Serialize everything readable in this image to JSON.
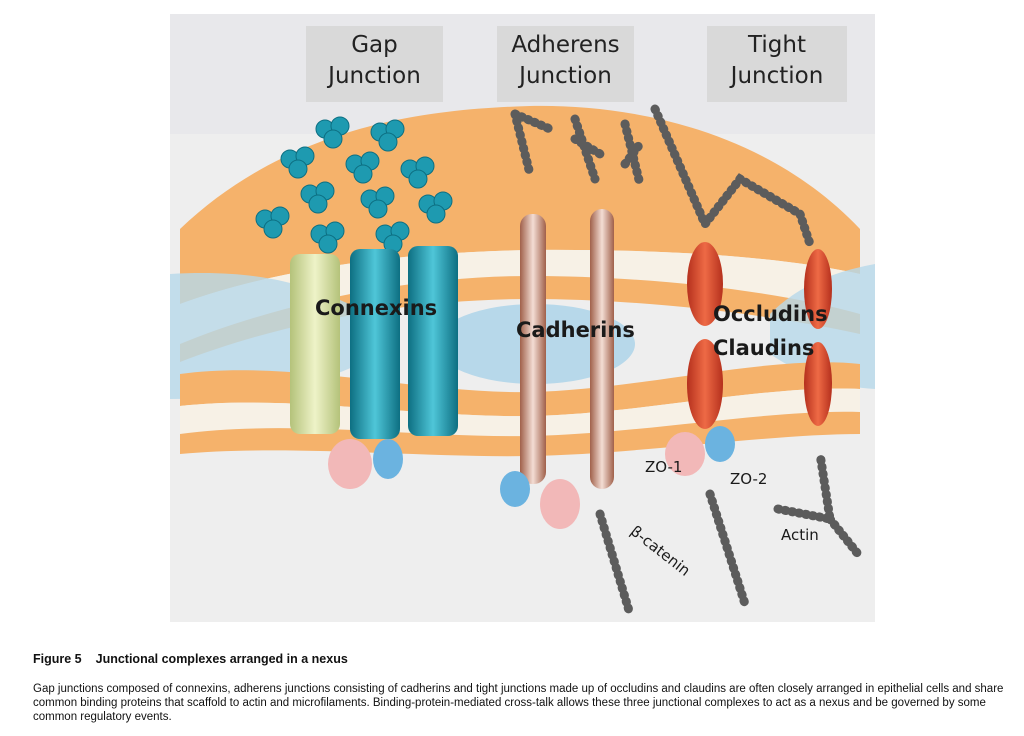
{
  "headers": {
    "gap": [
      "Gap",
      "Junction"
    ],
    "adherens": [
      "Adherens",
      "Junction"
    ],
    "tight": [
      "Tight",
      "Junction"
    ]
  },
  "labels": {
    "connexins": "Connexins",
    "cadherins": "Cadherins",
    "occludins": "Occludins",
    "claudins": "Claudins",
    "zo1": "ZO-1",
    "zo2": "ZO-2",
    "beta_catenin": "β-catenin",
    "actin": "Actin"
  },
  "caption": {
    "figure_number": "Figure 5",
    "title": "Junctional complexes arranged in a nexus",
    "text": "Gap junctions composed of connexins, adherens junctions consisting of cadherins and tight junctions made up of occludins and claudins are often closely arranged in epithelial cells and share common binding proteins that scaffold to actin and microfilaments. Binding-protein-mediated cross-talk allows these three junctional complexes to act as a nexus and be governed by some common regulatory events."
  },
  "colors": {
    "membrane": "#f5b26b",
    "connexin": "#1e9ab0",
    "connexin_light": "#d9e3a4",
    "cadherin": "#c9907a",
    "occludin": "#d9462c",
    "actin": "#5c5c5c",
    "binding_protein": "#6bb3e0",
    "pink_protein": "#f2b8b8",
    "space": "#b7d8ea"
  }
}
